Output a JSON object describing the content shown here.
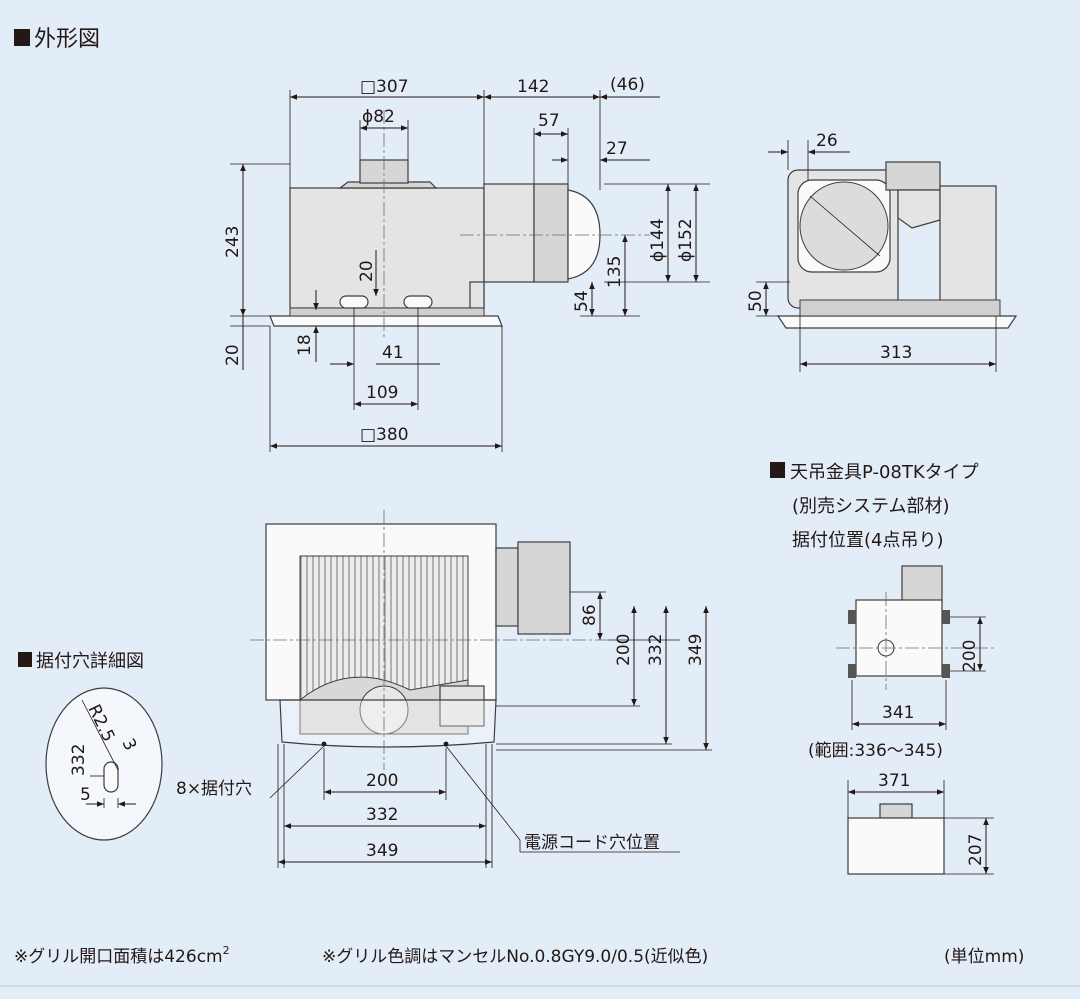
{
  "headings": {
    "gaikei": "外形図",
    "suetsuke": "据付穴詳細図",
    "tentsuri_1": "天吊金具P-08TKタイプ",
    "tentsuri_2": "(別売システム部材)",
    "tentsuri_3": "据付位置(4点吊り)"
  },
  "top_view": {
    "d307": "□307",
    "d142": "142",
    "d46": "(46)",
    "d82": "ϕ82",
    "d57": "57",
    "d27": "27",
    "d243": "243",
    "d20a": "20",
    "d144": "ϕ144",
    "d152": "ϕ152",
    "d135": "135",
    "d54": "54",
    "d20b": "20",
    "d18": "18",
    "d41": "41",
    "d109": "109",
    "d380": "□380"
  },
  "side_view": {
    "d26": "26",
    "d50": "50",
    "d313": "313"
  },
  "front_view": {
    "d86": "86",
    "d200v": "200",
    "d332v": "332",
    "d349v": "349",
    "d200h": "200",
    "d332h": "332",
    "d349h": "349",
    "holes_label": "8×据付穴",
    "cord_label": "電源コード穴位置"
  },
  "detail": {
    "r25": "R2.5",
    "d3": "3",
    "d332": "332",
    "d5": "5"
  },
  "bracket": {
    "d200": "200",
    "d341": "341",
    "range": "(範囲:336〜345)",
    "d371": "371",
    "d207": "207"
  },
  "notes": {
    "grille_area_pre": "※グリル開口面積は426cm",
    "grille_area_sup": "2",
    "grille_color": "※グリル色調はマンセルNo.0.8GY9.0/0.5(近似色)",
    "unit": "(単位mm)"
  }
}
